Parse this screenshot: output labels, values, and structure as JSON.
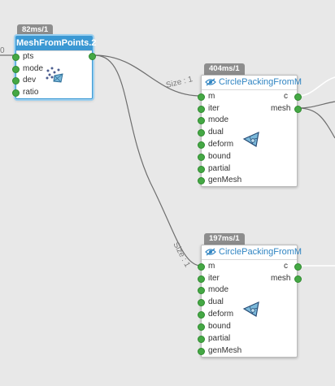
{
  "nodes": {
    "mesh_from_points": {
      "timing": "82ms/1",
      "title": "MeshFromPoints.2",
      "inputs": [
        "pts",
        "mode",
        "dev",
        "ratio"
      ]
    },
    "circle_packing_1": {
      "timing": "404ms/1",
      "title": "CirclePackingFromM",
      "inputs": [
        "m",
        "iter",
        "mode",
        "dual",
        "deform",
        "bound",
        "partial",
        "genMesh"
      ],
      "outputs": [
        "c",
        "mesh"
      ]
    },
    "circle_packing_2": {
      "timing": "197ms/1",
      "title": "CirclePackingFromM",
      "inputs": [
        "m",
        "iter",
        "mode",
        "dual",
        "deform",
        "bound",
        "partial",
        "genMesh"
      ],
      "outputs": [
        "c",
        "mesh"
      ]
    }
  },
  "wires": {
    "left_stub_label": "0",
    "wire_a_label": "Size : 1",
    "wire_b_label": "Size : 1"
  },
  "colors": {
    "port": "#45a845",
    "selected": "#3b98d3",
    "title_text": "#2f84c2",
    "timing_bg": "#8d8d8d",
    "canvas": "#e8e8e8"
  },
  "icons": [
    "eye-icon",
    "point-cloud-icon",
    "triangle-mesh-icon"
  ]
}
